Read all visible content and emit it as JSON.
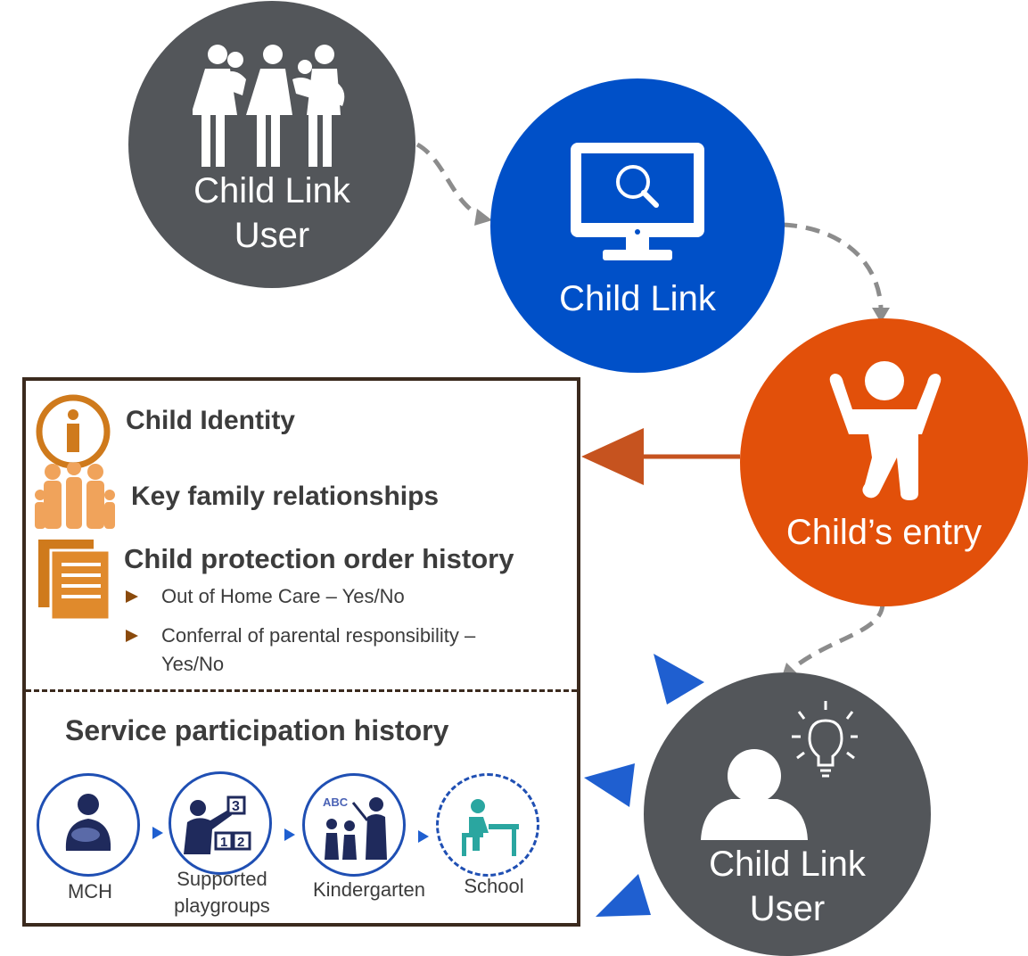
{
  "nodes": {
    "user_top": {
      "line1": "Child Link",
      "line2": "User"
    },
    "child_link": {
      "label": "Child Link"
    },
    "child_entry": {
      "label": "Child’s entry"
    },
    "user_bottom": {
      "line1": "Child Link",
      "line2": "User"
    }
  },
  "panel": {
    "identity": "Child Identity",
    "family": "Key family relationships",
    "orders": "Child protection order history",
    "bullets": [
      "Out of Home Care – Yes/No",
      "Conferral of parental responsibility –",
      "Yes/No"
    ],
    "service_heading": "Service participation history",
    "services": [
      {
        "label": "MCH",
        "icon": "mother-baby-icon"
      },
      {
        "line1": "Supported",
        "line2": "playgroups",
        "icon": "teacher-blocks-icon"
      },
      {
        "label": "Kindergarten",
        "icon": "teacher-children-icon"
      },
      {
        "label": "School",
        "icon": "student-desk-icon"
      }
    ]
  },
  "colors": {
    "dark_gray": "#53565a",
    "blue": "#0050c8",
    "orange": "#e2500a",
    "panel_border": "#3b2a1e",
    "accent_orange": "#cf7a1c",
    "service_blue": "#1f4fb3"
  }
}
